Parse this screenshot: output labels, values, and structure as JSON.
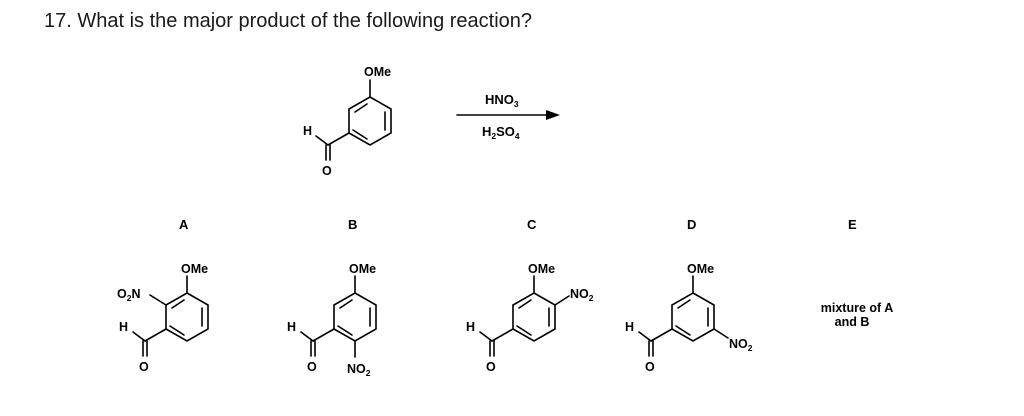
{
  "question": {
    "text": "17. What is the major product of the following reaction?"
  },
  "starting_material": {
    "labels": {
      "ome": "OMe",
      "h": "H",
      "o": "O"
    }
  },
  "reaction": {
    "reagent_top": {
      "main": "HNO",
      "sub": "3"
    },
    "reagent_bottom": {
      "a": "H",
      "sub1": "2",
      "b": "SO",
      "sub2": "4"
    }
  },
  "options": [
    {
      "letter": "A",
      "labels": {
        "ome": "OMe",
        "no2_main": "O",
        "no2_sub": "2",
        "no2_tail": "N",
        "h": "H",
        "o": "O"
      }
    },
    {
      "letter": "B",
      "labels": {
        "ome": "OMe",
        "h": "H",
        "o": "O",
        "no2_main": "NO",
        "no2_sub": "2"
      }
    },
    {
      "letter": "C",
      "labels": {
        "ome": "OMe",
        "h": "H",
        "o": "O",
        "no2_main": "NO",
        "no2_sub": "2"
      }
    },
    {
      "letter": "D",
      "labels": {
        "ome": "OMe",
        "h": "H",
        "o": "O",
        "no2_main": "NO",
        "no2_sub": "2"
      }
    },
    {
      "letter": "E",
      "text_line1": "mixture of A",
      "text_line2": "and B"
    }
  ]
}
